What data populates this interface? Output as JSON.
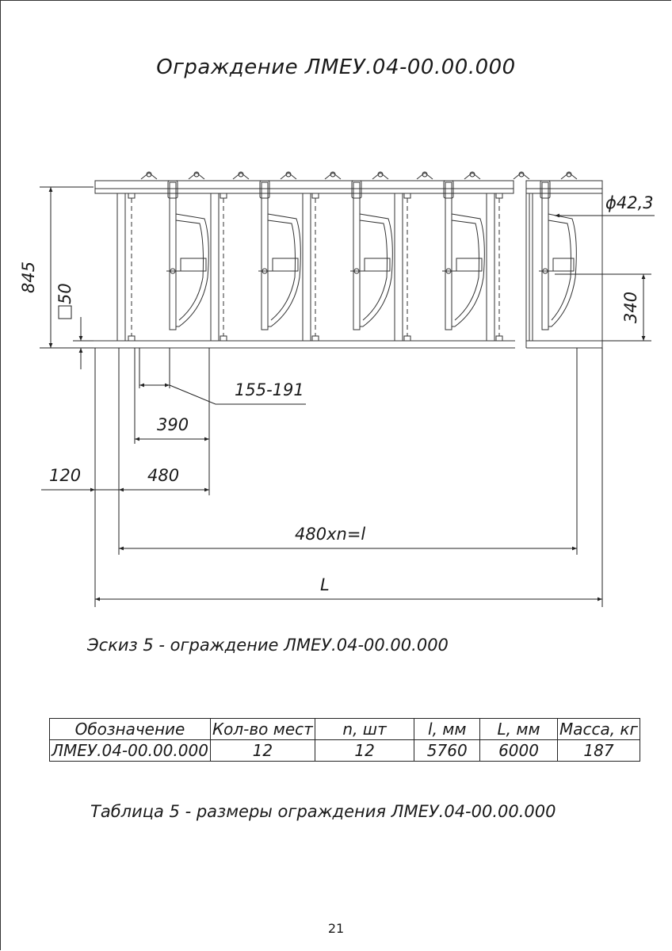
{
  "title": "Ограждение ЛМЕУ.04-00.00.000",
  "dimensions": {
    "d845": "845",
    "d50": "50",
    "d340": "340",
    "dia": "ϕ42,3",
    "d155_191": "155-191",
    "d390": "390",
    "d120": "120",
    "d480": "480",
    "d480n": "480хn=l",
    "dL": "L"
  },
  "sketch_caption": "Эскиз 5 - ограждение ЛМЕУ.04-00.00.000",
  "table": {
    "headers": [
      "Обозначение",
      "Кол-во мест",
      "n, шт",
      "l, мм",
      "L, мм",
      "Масса, кг"
    ],
    "row": [
      "ЛМЕУ.04-00.00.000",
      "12",
      "12",
      "5760",
      "6000",
      "187"
    ]
  },
  "table_caption": "Таблица 5 - размеры ограждения ЛМЕУ.04-00.00.000",
  "page_number": "21"
}
